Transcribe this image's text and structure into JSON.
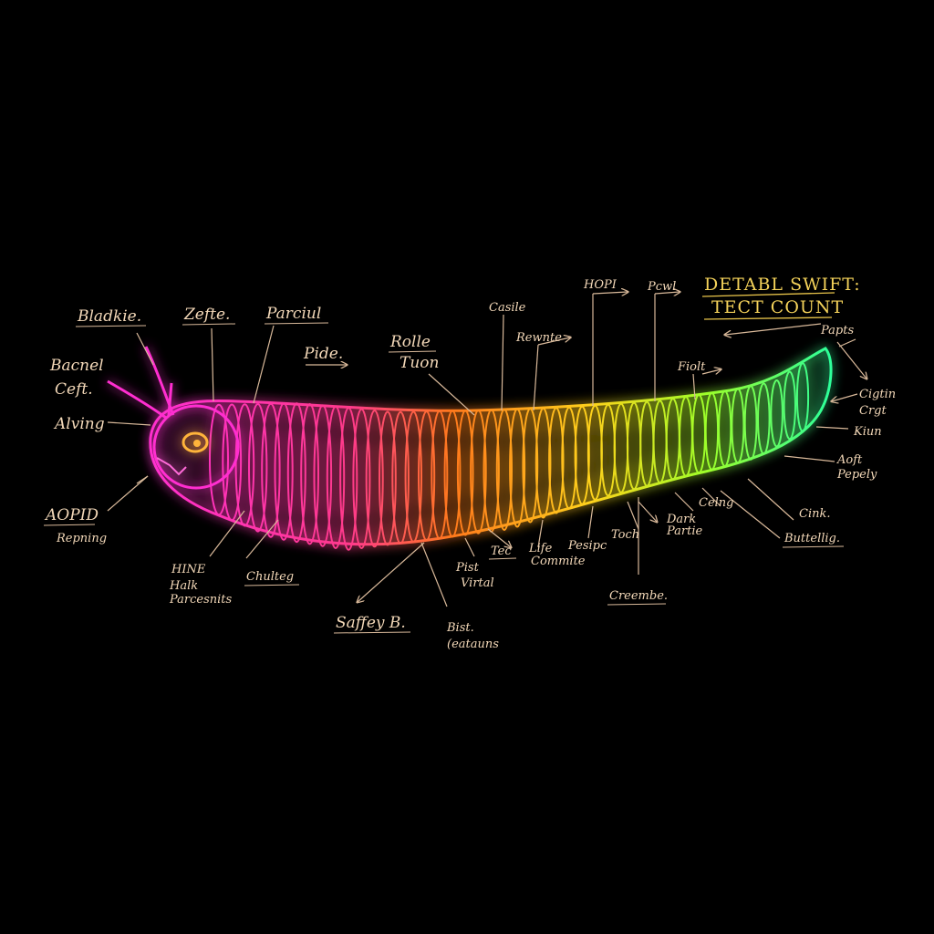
{
  "title": {
    "line1": "DETABL SWIFT:",
    "line2": "TECT COUNT"
  },
  "labels": [
    {
      "id": "bladkie",
      "text": "Bladkie."
    },
    {
      "id": "zefte",
      "text": "Zefte."
    },
    {
      "id": "parcial",
      "text": "Parciul"
    },
    {
      "id": "bacnel",
      "text": "Bacnel"
    },
    {
      "id": "ceft",
      "text": "Ceft."
    },
    {
      "id": "pide",
      "text": "Pide."
    },
    {
      "id": "alving",
      "text": "Alving"
    },
    {
      "id": "rolle",
      "text": "Rolle"
    },
    {
      "id": "tuon",
      "text": "Tuon"
    },
    {
      "id": "casile",
      "text": "Casile"
    },
    {
      "id": "rewnte",
      "text": "Rewnte"
    },
    {
      "id": "hopi",
      "text": "HOPI"
    },
    {
      "id": "pcwl",
      "text": "Pcwl"
    },
    {
      "id": "papts",
      "text": "Papts"
    },
    {
      "id": "fiolt",
      "text": "Fiolt"
    },
    {
      "id": "cigtin",
      "text": "Cigtin"
    },
    {
      "id": "crgt",
      "text": "Crgt"
    },
    {
      "id": "kiun",
      "text": "Kiun"
    },
    {
      "id": "aoft",
      "text": "Aoft"
    },
    {
      "id": "pepely",
      "text": "Pepely"
    },
    {
      "id": "aopid",
      "text": "AOPID"
    },
    {
      "id": "repning",
      "text": "Repning"
    },
    {
      "id": "hine",
      "text": "HINE"
    },
    {
      "id": "halk",
      "text": "Halk"
    },
    {
      "id": "parcesnits",
      "text": "Parcesnits"
    },
    {
      "id": "chulteg",
      "text": "Chulteg"
    },
    {
      "id": "tec",
      "text": "Tec"
    },
    {
      "id": "pist",
      "text": "Pist"
    },
    {
      "id": "virtal",
      "text": "Virtal"
    },
    {
      "id": "life",
      "text": "Life"
    },
    {
      "id": "commite",
      "text": "Commite"
    },
    {
      "id": "pesipc",
      "text": "Pesipc"
    },
    {
      "id": "toch",
      "text": "Toch"
    },
    {
      "id": "dark",
      "text": "Dark"
    },
    {
      "id": "partie",
      "text": "Partie"
    },
    {
      "id": "celng",
      "text": "Celng"
    },
    {
      "id": "cink",
      "text": "Cink."
    },
    {
      "id": "buttellig",
      "text": "Buttellig."
    },
    {
      "id": "crembe",
      "text": "Creembe."
    },
    {
      "id": "saffey",
      "text": "Saffey B."
    },
    {
      "id": "bist",
      "text": "Bist."
    },
    {
      "id": "reatauns",
      "text": "(eatauns"
    }
  ],
  "colors": {
    "background": "#000000",
    "head": "#ff2fd0",
    "body_warm": "#ff7a1a",
    "body_mid": "#ffd21a",
    "tail": "#2dff9a",
    "label": "#f3d8b8",
    "title": "#f4d25a"
  }
}
